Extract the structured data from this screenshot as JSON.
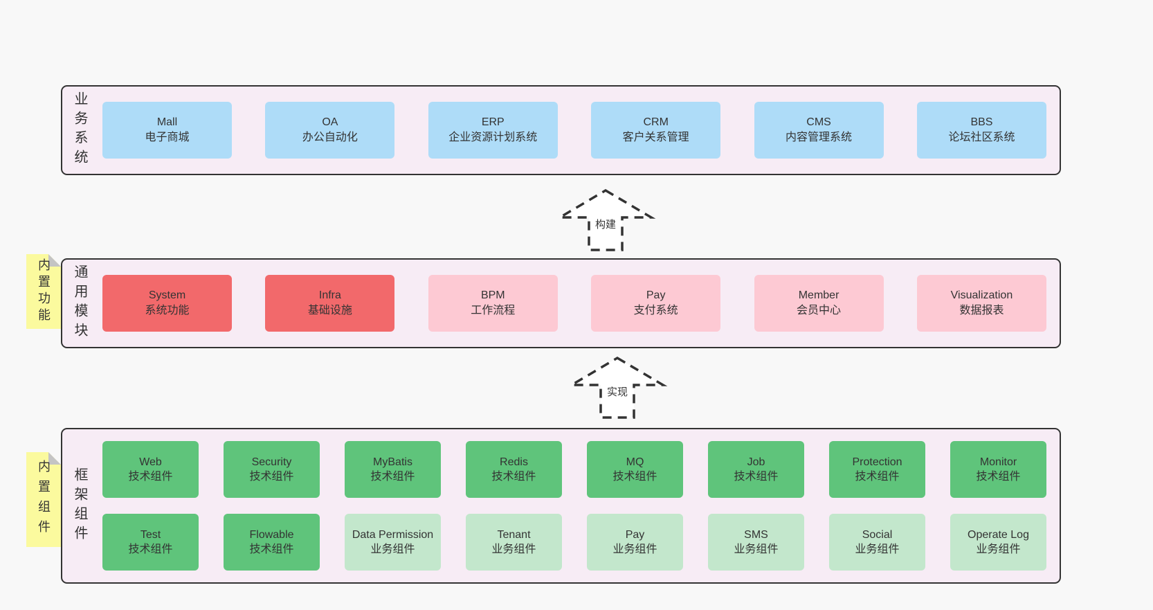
{
  "colors": {
    "bg": "#f8f8f8",
    "panel": "#f7ecf5",
    "border": "#333333",
    "text": "#333333",
    "blue": "#aedcf8",
    "red": "#f2696b",
    "pink": "#fdc9d3",
    "green": "#5fc47b",
    "lightgreen": "#c3e7cc",
    "sticky": "#fbfa9e",
    "fold": "#c4c4c4",
    "arrowfill": "#ffffff"
  },
  "layers": [
    {
      "id": "business",
      "label": "业务系统",
      "tag": null,
      "rows": [
        [
          {
            "name": "Mall",
            "desc": "电子商城",
            "type": "blue"
          },
          {
            "name": "OA",
            "desc": "办公自动化",
            "type": "blue"
          },
          {
            "name": "ERP",
            "desc": "企业资源计划系统",
            "type": "blue"
          },
          {
            "name": "CRM",
            "desc": "客户关系管理",
            "type": "blue"
          },
          {
            "name": "CMS",
            "desc": "内容管理系统",
            "type": "blue"
          },
          {
            "name": "BBS",
            "desc": "论坛社区系统",
            "type": "blue"
          }
        ]
      ]
    },
    {
      "id": "modules",
      "label": "通用模块",
      "tag": "内置功能",
      "rows": [
        [
          {
            "name": "System",
            "desc": "系统功能",
            "type": "red"
          },
          {
            "name": "Infra",
            "desc": "基础设施",
            "type": "red"
          },
          {
            "name": "BPM",
            "desc": "工作流程",
            "type": "pink"
          },
          {
            "name": "Pay",
            "desc": "支付系统",
            "type": "pink"
          },
          {
            "name": "Member",
            "desc": "会员中心",
            "type": "pink"
          },
          {
            "name": "Visualization",
            "desc": "数据报表",
            "type": "pink"
          }
        ]
      ]
    },
    {
      "id": "components",
      "label": "框架组件",
      "tag": "内置组件",
      "rows": [
        [
          {
            "name": "Web",
            "desc": "技术组件",
            "type": "green"
          },
          {
            "name": "Security",
            "desc": "技术组件",
            "type": "green"
          },
          {
            "name": "MyBatis",
            "desc": "技术组件",
            "type": "green"
          },
          {
            "name": "Redis",
            "desc": "技术组件",
            "type": "green"
          },
          {
            "name": "MQ",
            "desc": "技术组件",
            "type": "green"
          },
          {
            "name": "Job",
            "desc": "技术组件",
            "type": "green"
          },
          {
            "name": "Protection",
            "desc": "技术组件",
            "type": "green"
          },
          {
            "name": "Monitor",
            "desc": "技术组件",
            "type": "green"
          }
        ],
        [
          {
            "name": "Test",
            "desc": "技术组件",
            "type": "green"
          },
          {
            "name": "Flowable",
            "desc": "技术组件",
            "type": "green"
          },
          {
            "name": "Data Permission",
            "desc": "业务组件",
            "type": "lightgreen"
          },
          {
            "name": "Tenant",
            "desc": "业务组件",
            "type": "lightgreen"
          },
          {
            "name": "Pay",
            "desc": "业务组件",
            "type": "lightgreen"
          },
          {
            "name": "SMS",
            "desc": "业务组件",
            "type": "lightgreen"
          },
          {
            "name": "Social",
            "desc": "业务组件",
            "type": "lightgreen"
          },
          {
            "name": "Operate Log",
            "desc": "业务组件",
            "type": "lightgreen"
          }
        ]
      ]
    }
  ],
  "arrows": [
    {
      "id": "build",
      "label": "构建"
    },
    {
      "id": "implement",
      "label": "实现"
    }
  ]
}
